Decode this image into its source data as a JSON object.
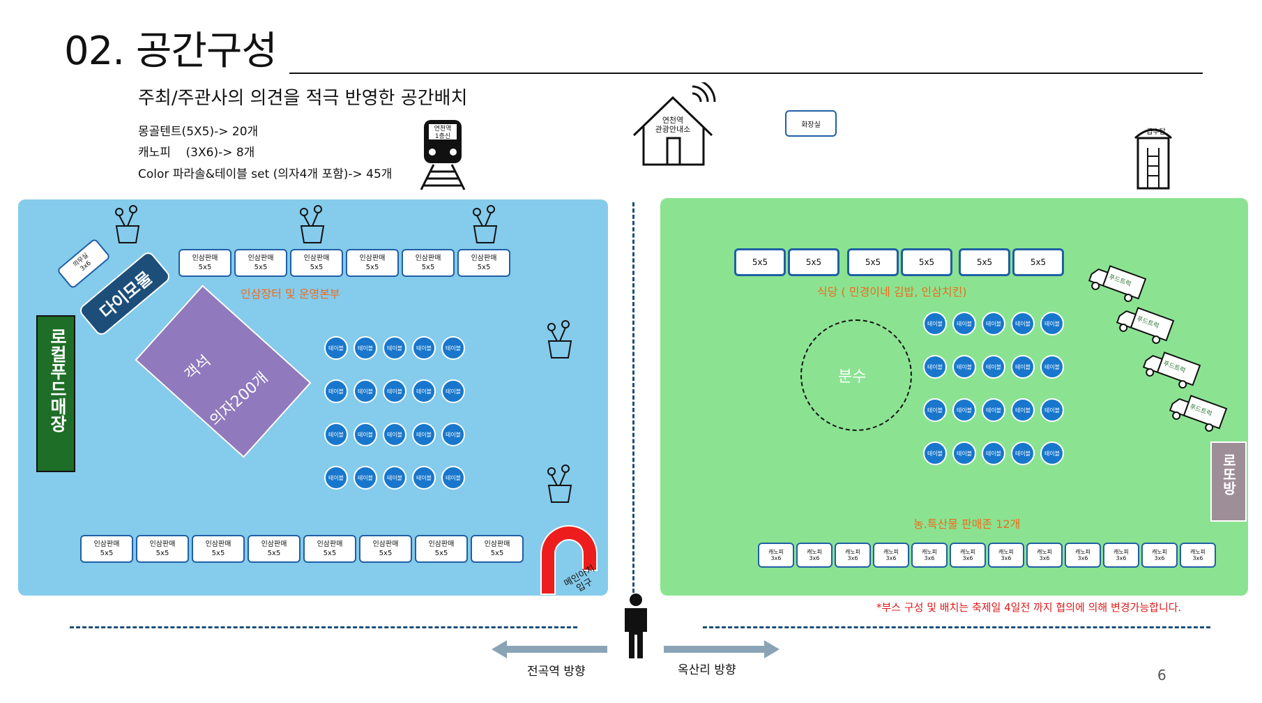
{
  "header": {
    "title": "02. 공간구성",
    "subtitle": "주최/주관사의 의견을 적극 반영한 공간배치",
    "specs": [
      "몽골텐트(5X5)-> 20개",
      "캐노피    (3X6)-> 8개",
      "Color 파라솔&테이블 set (의자4개 포함)-> 45개"
    ]
  },
  "landmarks": {
    "station_label": "연천역\n1층신",
    "tourist_info": "연천역\n관광안내소",
    "toilet": "화장실",
    "water_tower": "급수탑"
  },
  "left_zone": {
    "top_booth_label": "인삼판매",
    "booth_size": "5x5",
    "zone_label": "인삼장터 및 운영본부",
    "seating_line1": "객석",
    "seating_line2": "의자200개",
    "local_food": "로컬푸드매장",
    "rotated_box": "다이모물",
    "small_box": "의무실\n3x6",
    "table_label": "테이블",
    "entrance": "메인아치\n입구"
  },
  "right_zone": {
    "booth_size": "5x5",
    "restaurant_label": "식당 ( 민경이네 김밥, 인삼치킨)",
    "fountain": "분수",
    "table_label": "테이블",
    "truck_label": "푸드트럭",
    "lotto": "로또방",
    "produce_label": "농.특산물 판매존 12개",
    "canopy_label": "캐노피\n3x6"
  },
  "footer": {
    "note": "*부스 구성 및 배치는 축제일 4일전 까지 협의에 의해 변경가능합니다.",
    "dir_left": "전곡역 방향",
    "dir_right": "옥산리 방향",
    "page": "6"
  },
  "colors": {
    "left_zone": "#85cbeb",
    "right_zone": "#8be391",
    "booth_border": "#1f5fa5",
    "table": "#1877cc",
    "seating": "#9079bd",
    "local_food": "#1f6e27",
    "dark_box": "#1d4e79",
    "orange_text": "#ee6b1e",
    "note_red": "#e01818"
  }
}
